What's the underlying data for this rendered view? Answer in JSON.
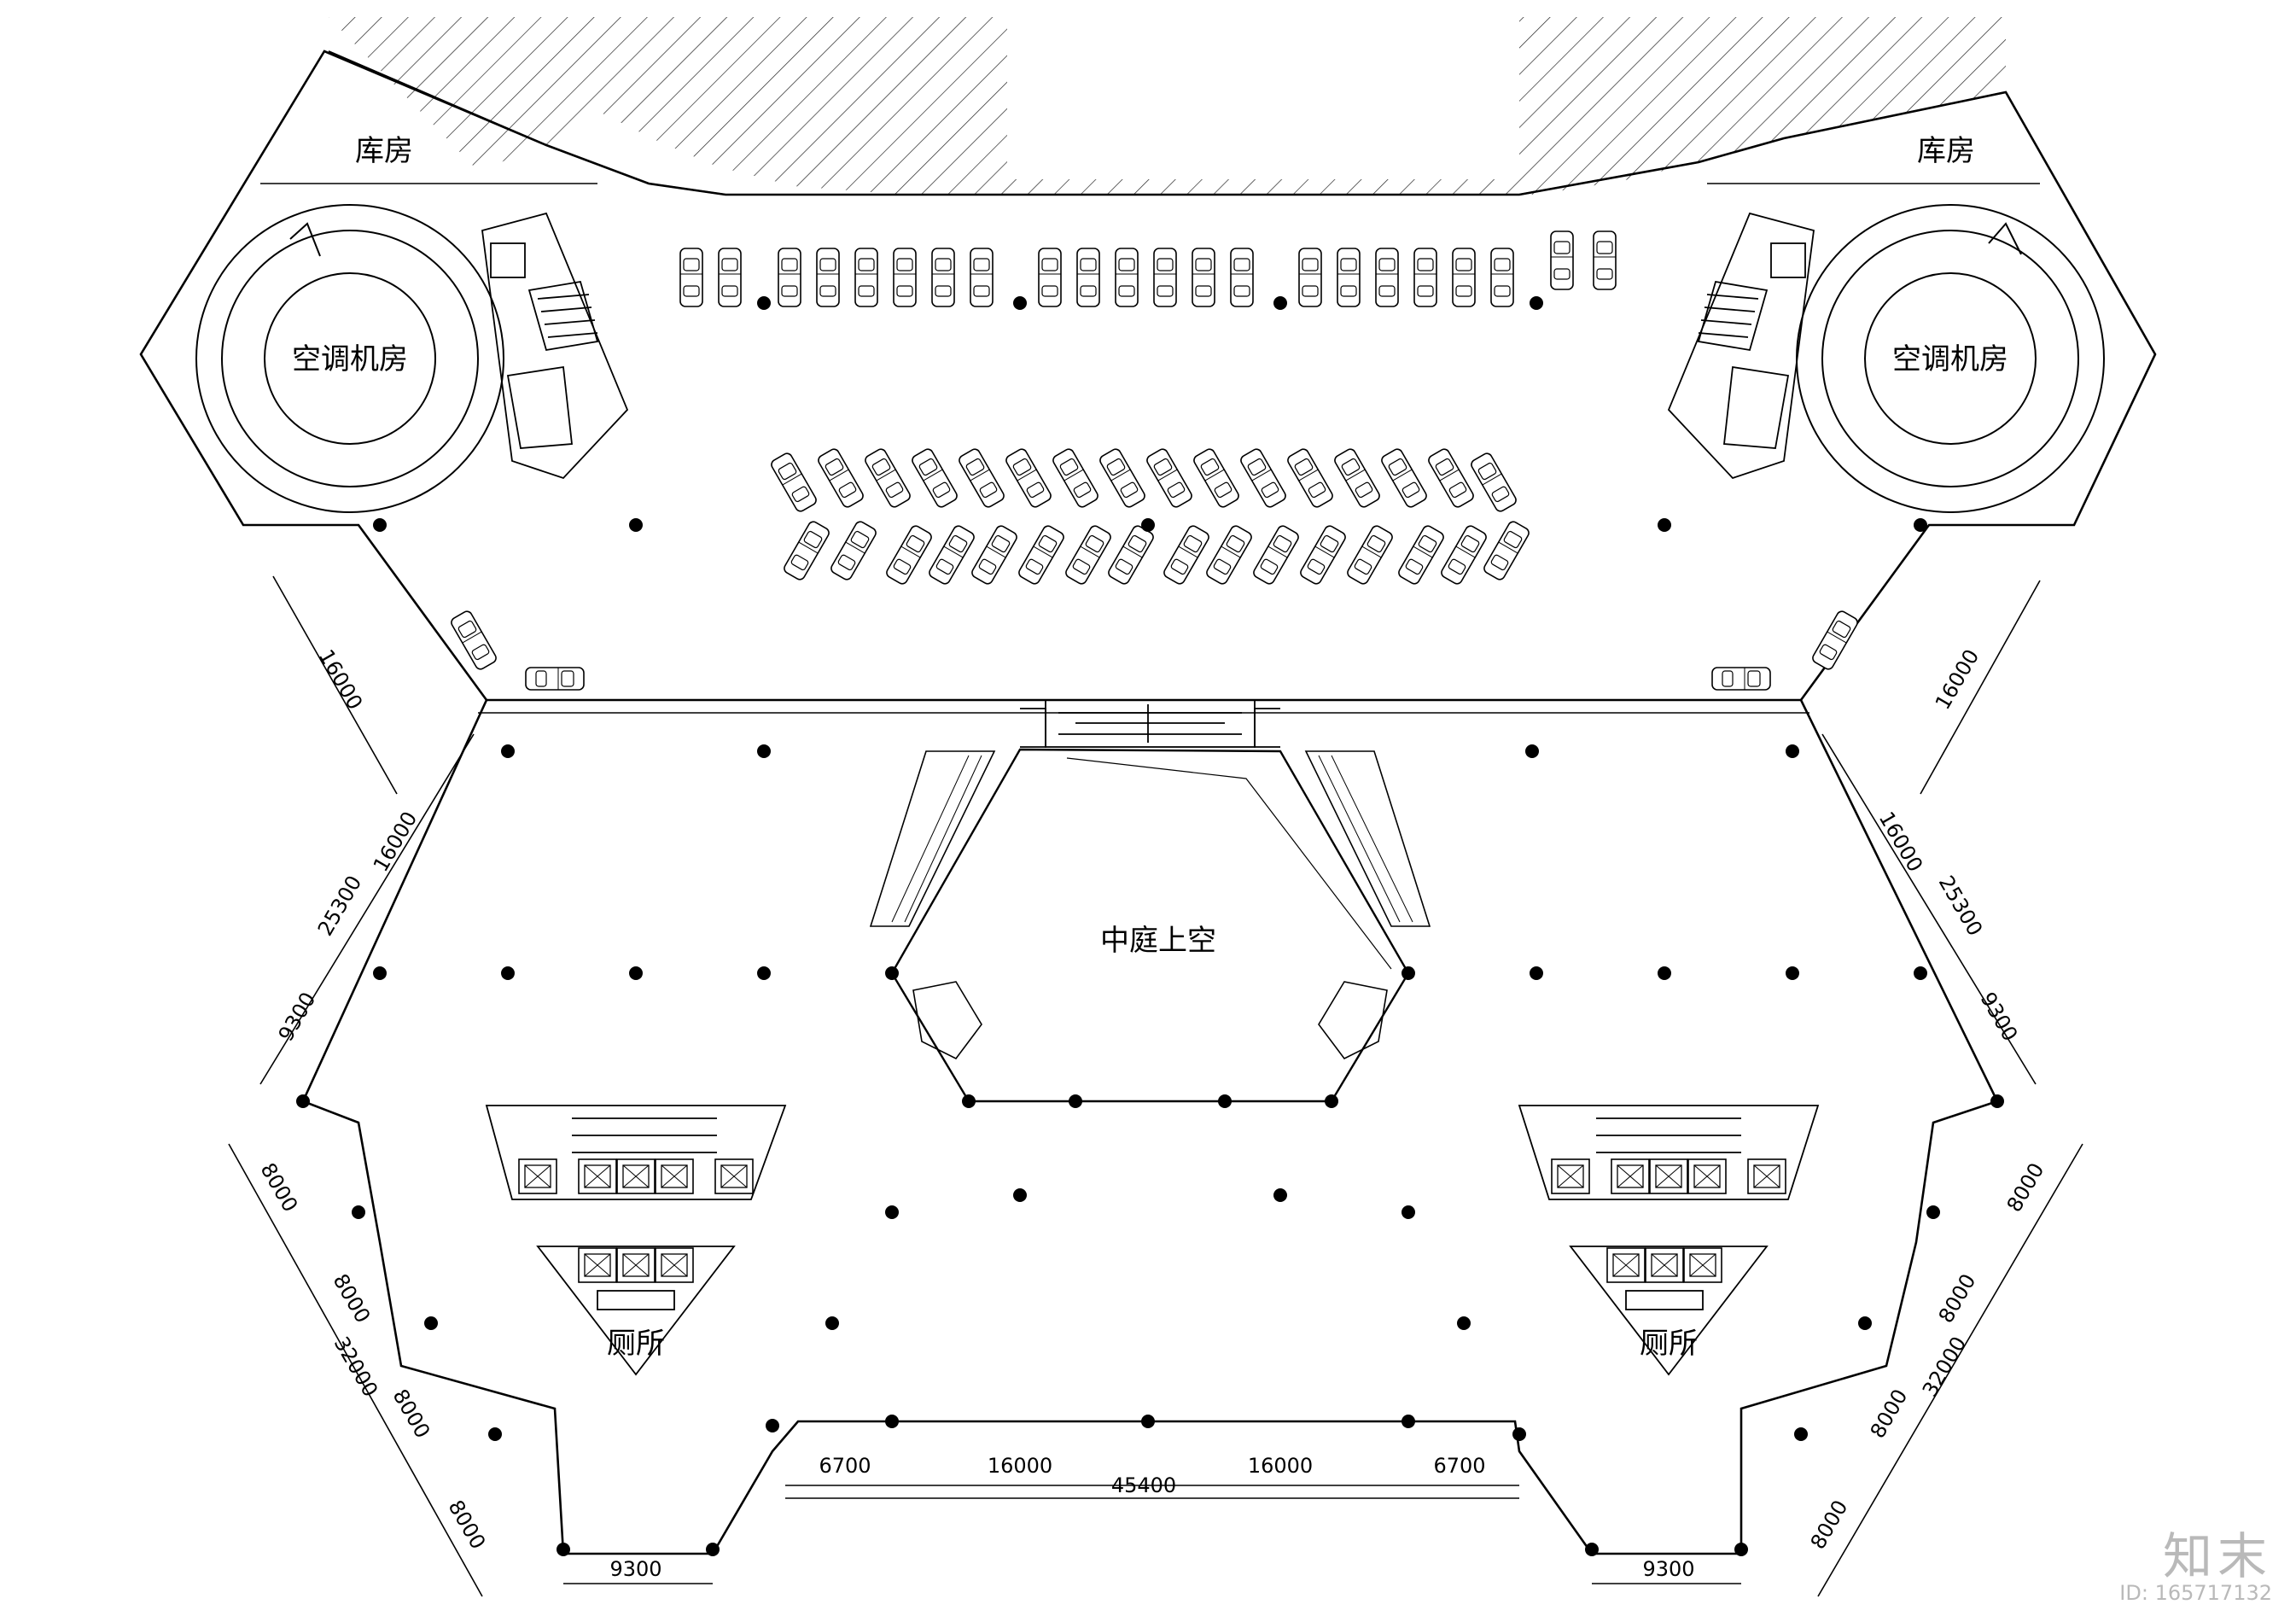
{
  "rooms": {
    "storage_left": "库房",
    "storage_right": "库房",
    "ac_room_left": "空调机房",
    "ac_room_right": "空调机房",
    "atrium": "中庭上空",
    "toilet_left": "厕所",
    "toilet_right": "厕所"
  },
  "dimensions": {
    "left_ramp": "16000",
    "right_ramp": "16000",
    "left_wall_upper": "16000",
    "left_wall_total": "25300",
    "left_wall_lower": "9300",
    "right_wall_upper": "16000",
    "right_wall_total": "25300",
    "right_wall_lower": "9300",
    "left_diag_1": "8000",
    "left_diag_2": "8000",
    "left_diag_total": "32000",
    "left_diag_3": "8000",
    "left_diag_4": "8000",
    "right_diag_1": "8000",
    "right_diag_2": "8000",
    "right_diag_total": "32000",
    "right_diag_3": "8000",
    "right_diag_4": "8000",
    "bottom_seg_1": "6700",
    "bottom_seg_2": "16000",
    "bottom_seg_3": "16000",
    "bottom_seg_4": "6700",
    "bottom_total": "45400",
    "bottom_left_width": "9300",
    "bottom_right_width": "9300"
  },
  "watermark": {
    "logo": "知末",
    "id": "ID: 165717132"
  }
}
